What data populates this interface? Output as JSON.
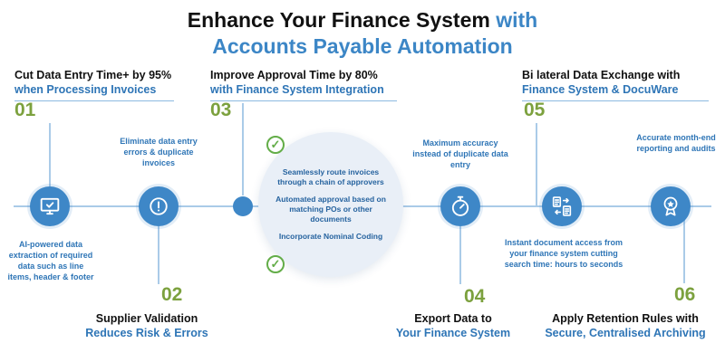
{
  "title": {
    "line1_black": "Enhance Your Finance System",
    "line1_blue": " with",
    "line2_blue": "Accounts Payable Automation"
  },
  "steps": [
    {
      "num": "01",
      "black": "Cut Data Entry Time+ by 95%",
      "blue": "when Processing Invoices"
    },
    {
      "num": "02",
      "black": "Supplier Validation",
      "blue": "Reduces Risk & Errors"
    },
    {
      "num": "03",
      "black": "Improve Approval Time by 80%",
      "blue": "with Finance System Integration"
    },
    {
      "num": "04",
      "black": "Export Data to",
      "blue": "Your Finance System"
    },
    {
      "num": "05",
      "black": "Bi lateral Data Exchange with",
      "blue": "Finance System & DocuWare"
    },
    {
      "num": "06",
      "black": "Apply Retention Rules with",
      "blue": "Secure, Centralised Archiving"
    }
  ],
  "notes": {
    "ai_extraction": "AI-powered data extraction of required data such as line items, header & footer",
    "eliminate_errors": "Eliminate data entry errors & duplicate invoices",
    "maximum_accuracy": "Maximum accuracy instead of duplicate data entry",
    "instant_access": "Instant document access from your finance system cutting search time: hours to seconds",
    "accurate_reporting": "Accurate month-end reporting and audits"
  },
  "bubble": {
    "items": [
      "Seamlessly route invoices through a chain of approvers",
      "Automated approval based on matching POs or other documents",
      "Incorporate Nominal Coding"
    ]
  },
  "checkmark_glyph": "✓",
  "colors": {
    "blue_heading": "#2e75b6",
    "title_blue": "#3c86c6",
    "green_number": "#7ca13e",
    "icon_circle": "#3e87c7",
    "line_blue": "#aacbe8",
    "bubble_bg": "#e9eff7",
    "check_green": "#63ad48"
  }
}
